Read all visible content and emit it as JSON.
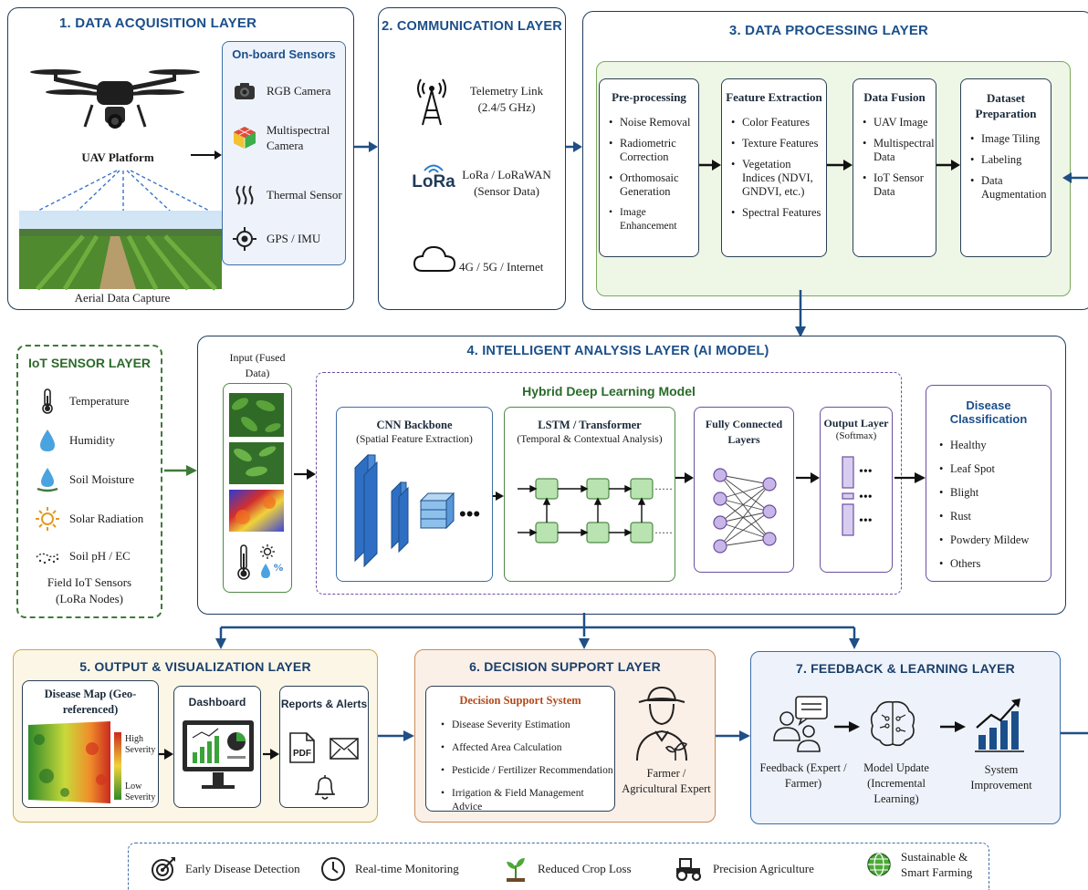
{
  "layer1": {
    "title": "1. DATA ACQUISITION LAYER",
    "uav_label": "UAV Platform",
    "aerial_label": "Aerial Data Capture",
    "sensors_title": "On-board Sensors",
    "sensors": [
      "RGB Camera",
      "Multispectral Camera",
      "Thermal Sensor",
      "GPS / IMU"
    ]
  },
  "layer2": {
    "title": "2. COMMUNICATION LAYER",
    "items": [
      {
        "label": "Telemetry Link (2.4/5 GHz)",
        "icon": "antenna-icon"
      },
      {
        "label": "LoRa / LoRaWAN (Sensor Data)",
        "icon": "lora-icon"
      },
      {
        "label": "4G / 5G / Internet",
        "icon": "cloud-icon"
      }
    ],
    "lora_text": "LoRa"
  },
  "layer3": {
    "title": "3. DATA PROCESSING LAYER",
    "boxes": [
      {
        "title": "Pre-processing",
        "items": [
          "Noise Removal",
          "Radiometric Correction",
          "Orthomosaic Generation",
          "Image Enhancement"
        ]
      },
      {
        "title": "Feature Extraction",
        "items": [
          "Color Features",
          "Texture Features",
          "Vegetation Indices (NDVI, GNDVI, etc.)",
          "Spectral Features"
        ]
      },
      {
        "title": "Data Fusion",
        "items": [
          "UAV Image",
          "Multispectral Data",
          "IoT Sensor Data"
        ]
      },
      {
        "title": "Dataset Preparation",
        "items": [
          "Image Tiling",
          "Labeling",
          "Data Augmentation"
        ]
      }
    ]
  },
  "iot": {
    "title": "IoT SENSOR LAYER",
    "sensors": [
      "Temperature",
      "Humidity",
      "Soil Moisture",
      "Solar Radiation",
      "Soil pH / EC"
    ],
    "footer": "Field IoT Sensors (LoRa Nodes)"
  },
  "layer4": {
    "title": "4. INTELLIGENT ANALYSIS LAYER (AI MODEL)",
    "input_label": "Input (Fused Data)",
    "hybrid_title": "Hybrid Deep Learning Model",
    "cnn_title": "CNN Backbone",
    "cnn_sub": "(Spatial Feature Extraction)",
    "lstm_title": "LSTM / Transformer",
    "lstm_sub": "(Temporal & Contextual Analysis)",
    "fc_title": "Fully Connected Layers",
    "out_title": "Output Layer",
    "out_sub": "(Softmax)",
    "percent": "%",
    "class_title": "Disease Classification",
    "classes": [
      "Healthy",
      "Leaf Spot",
      "Blight",
      "Rust",
      "Powdery Mildew",
      "Others"
    ]
  },
  "layer5": {
    "title": "5. OUTPUT & VISUALIZATION LAYER",
    "map_title": "Disease Map (Geo-referenced)",
    "high": "High Severity",
    "low": "Low Severity",
    "dashboard": "Dashboard",
    "reports": "Reports & Alerts",
    "pdf": "PDF"
  },
  "layer6": {
    "title": "6. DECISION SUPPORT LAYER",
    "dss_title": "Decision Support System",
    "items": [
      "Disease Severity Estimation",
      "Affected Area Calculation",
      "Pesticide / Fertilizer Recommendation",
      "Irrigation & Field Management Advice"
    ],
    "farmer": "Farmer / Agricultural Expert"
  },
  "layer7": {
    "title": "7. FEEDBACK & LEARNING LAYER",
    "steps": [
      "Feedback (Expert / Farmer)",
      "Model Update (Incremental Learning)",
      "System Improvement"
    ]
  },
  "benefits": [
    {
      "label": "Early Disease Detection",
      "icon": "target-icon"
    },
    {
      "label": "Real-time Monitoring",
      "icon": "clock-icon"
    },
    {
      "label": "Reduced Crop Loss",
      "icon": "sprout-icon"
    },
    {
      "label": "Precision Agriculture",
      "icon": "tractor-icon"
    },
    {
      "label": "Sustainable & Smart Farming",
      "icon": "globe-icon"
    }
  ],
  "colors": {
    "title_blue": "#1b4f8a",
    "border_dark": "#1f3b5c",
    "processing_bg": "#eef6e6",
    "iot_border": "#3f7a3a",
    "ai_purple": "#6b4fa0",
    "lstm_green": "#b9e3b0",
    "out_bg": "#fbf6e6",
    "dss_bg": "#fbf0e8",
    "feedback_bg": "#eef3fb"
  }
}
